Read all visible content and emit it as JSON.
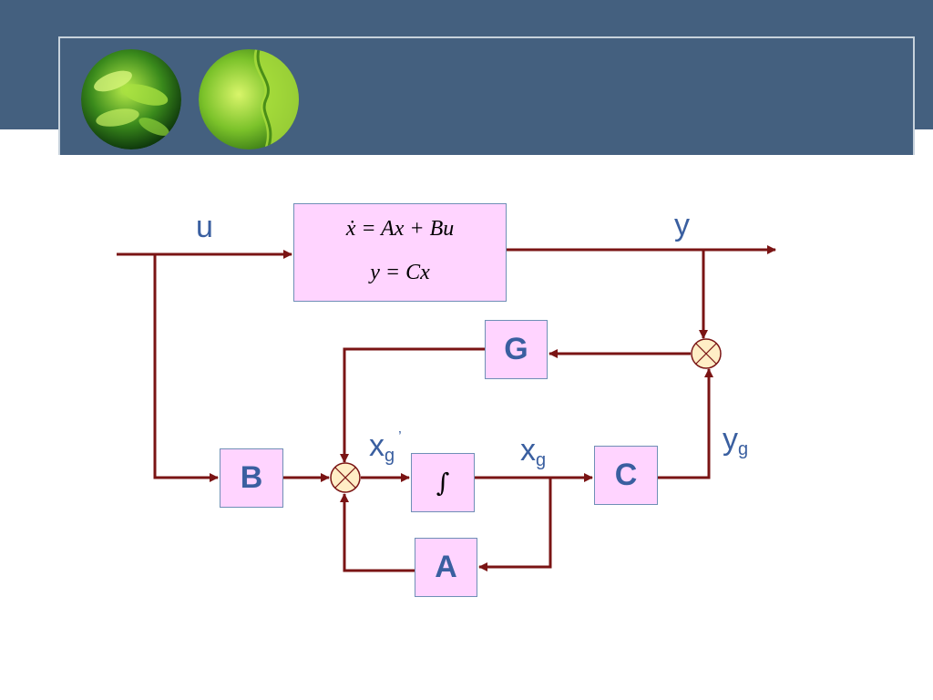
{
  "equations": {
    "state": "ẋ = Ax + Bu",
    "output": "y = Cx"
  },
  "blocks": {
    "g": "G",
    "b": "B",
    "integrator": "∫",
    "c": "C",
    "a": "A"
  },
  "signals": {
    "u": "u",
    "y": "y",
    "xg_base": "x",
    "xg_sub": "g",
    "xg_prime": "’",
    "yg_base": "y",
    "yg_sub": "g"
  },
  "colors": {
    "header": "#44607f",
    "wire": "#7a1414",
    "block_fill": "#ffd4ff",
    "junction_fill": "#ffeec6",
    "label": "#3a5fa0"
  }
}
